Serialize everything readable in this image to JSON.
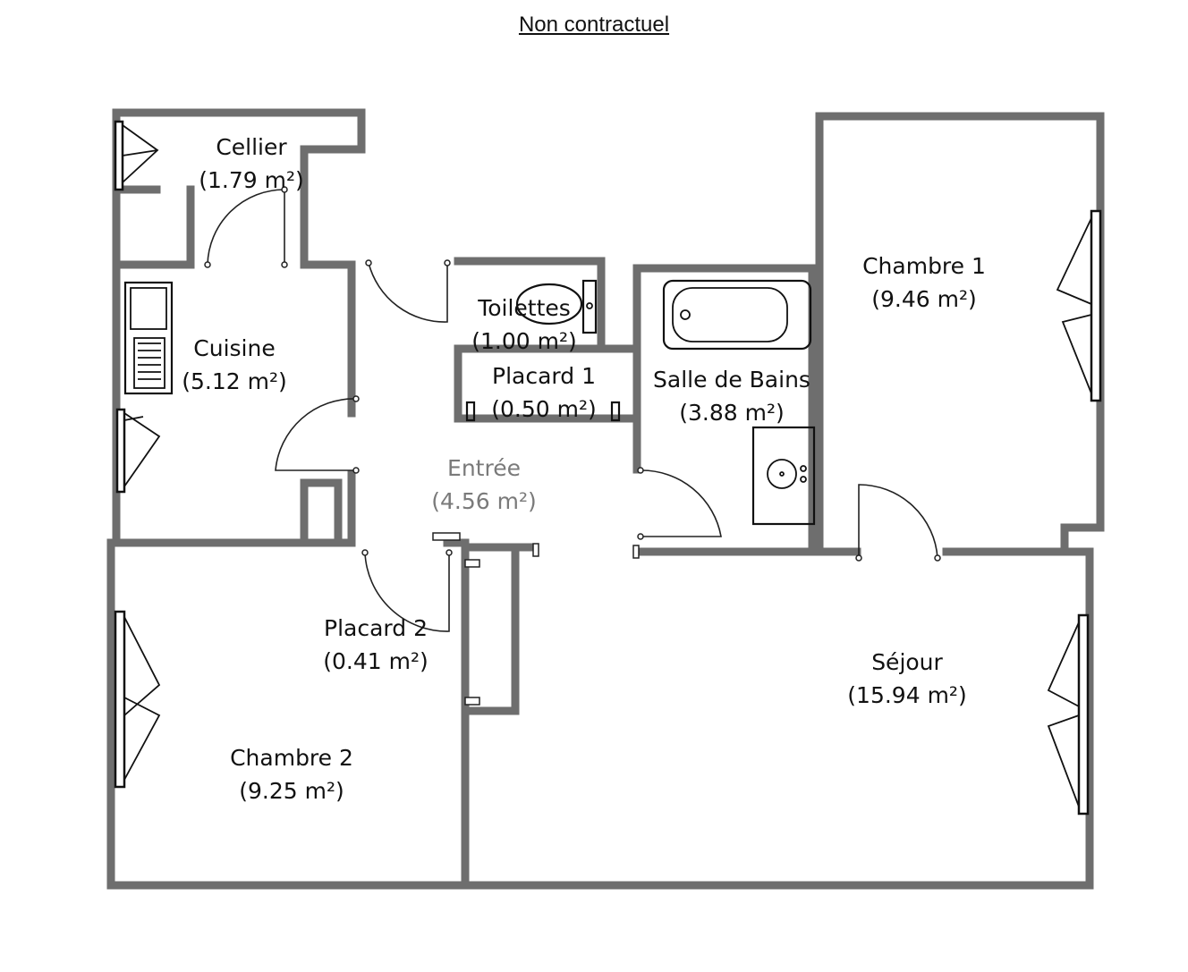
{
  "header": {
    "notice": "Non contractuel"
  },
  "rooms": [
    {
      "id": "cellier",
      "name": "Cellier",
      "area": "(1.79 m²)"
    },
    {
      "id": "cuisine",
      "name": "Cuisine",
      "area": "(5.12 m²)"
    },
    {
      "id": "toilettes",
      "name": "Toilettes",
      "area": "(1.00 m²)"
    },
    {
      "id": "placard1",
      "name": "Placard 1",
      "area": "(0.50 m²)"
    },
    {
      "id": "sdb",
      "name": "Salle de Bains",
      "area": "(3.88 m²)"
    },
    {
      "id": "chambre1",
      "name": "Chambre 1",
      "area": "(9.46 m²)"
    },
    {
      "id": "entree",
      "name": "Entrée",
      "area": "(4.56 m²)"
    },
    {
      "id": "placard2",
      "name": "Placard 2",
      "area": "(0.41 m²)"
    },
    {
      "id": "sejour",
      "name": "Séjour",
      "area": "(15.94 m²)"
    },
    {
      "id": "chambre2",
      "name": "Chambre 2",
      "area": "(9.25 m²)"
    }
  ],
  "colors": {
    "wall": "#6e6e6e",
    "muted_label": "#7a7a7a"
  }
}
